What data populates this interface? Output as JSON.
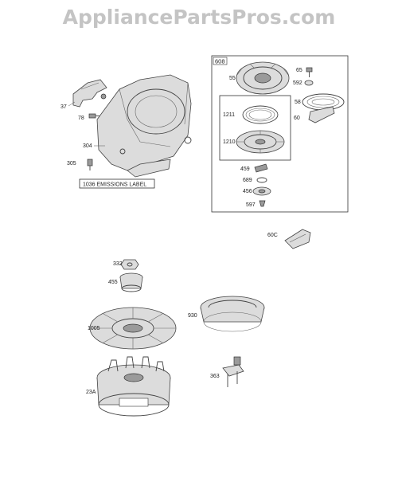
{
  "watermark": "AppliancePartsPros.com",
  "emissions_label": "1036 EMISSIONS LABEL",
  "group_box_label": "608",
  "labels": {
    "p37": "37",
    "p78": "78",
    "p304": "304",
    "p305": "305",
    "p65": "65",
    "p55": "55",
    "p592": "592",
    "p58": "58",
    "p1211": "1211",
    "p60": "60",
    "p1210": "1210",
    "p459": "459",
    "p689": "689",
    "p456": "456",
    "p597": "597",
    "p60C": "60C",
    "p332": "332",
    "p455": "455",
    "p1005": "1005",
    "p930": "930",
    "p363": "363",
    "p23A": "23A"
  }
}
